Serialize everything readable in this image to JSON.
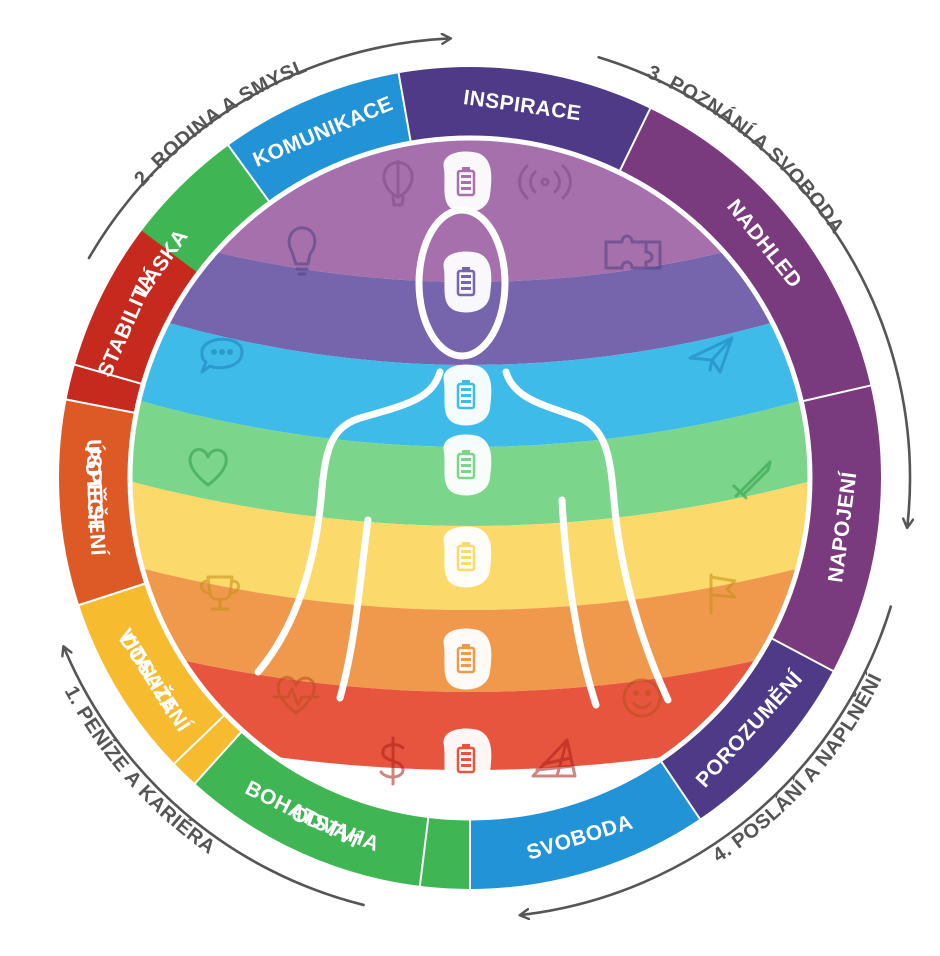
{
  "phases": [
    {
      "label": "1. PENÍZE A KARIÉRA"
    },
    {
      "label": "2. RODINA A SMYSL"
    },
    {
      "label": "3. POZNÁNÍ A SVOBODA"
    },
    {
      "label": "4. POSLÁNÍ A NAPLNĚNÍ"
    }
  ],
  "segments": [
    {
      "label": "BOHATSTVÍ",
      "color": "#c62a1f"
    },
    {
      "label": "VITALITA",
      "color": "#dd5a26"
    },
    {
      "label": "ÚSPĚCH",
      "color": "#f6bb2f"
    },
    {
      "label": "LÁSKA",
      "color": "#3fb653"
    },
    {
      "label": "KOMUNIKACE",
      "color": "#2293d6"
    },
    {
      "label": "INSPIRACE",
      "color": "#4e3a87"
    },
    {
      "label": "NADHLED",
      "color": "#7a3a7e"
    },
    {
      "label": "NAPOJENÍ",
      "color": "#7a3a7e"
    },
    {
      "label": "POROZUMĚNÍ",
      "color": "#4e3a87"
    },
    {
      "label": "SVOBODA",
      "color": "#2293d6"
    },
    {
      "label": "ODVAHA",
      "color": "#3fb653"
    },
    {
      "label": "DOSAŽENÍ",
      "color": "#f6bb2f"
    },
    {
      "label": "POTĚŠENÍ",
      "color": "#dd5a26"
    },
    {
      "label": "STABILITA",
      "color": "#c62a1f"
    }
  ],
  "bands": [
    {
      "level": "violet",
      "color": "#a670ad"
    },
    {
      "level": "indigo",
      "color": "#7664ad"
    },
    {
      "level": "blue",
      "color": "#3fbbe9"
    },
    {
      "level": "green",
      "color": "#7bd68c"
    },
    {
      "level": "yellow",
      "color": "#fbd96a"
    },
    {
      "level": "orange",
      "color": "#f0994d"
    },
    {
      "level": "red",
      "color": "#e8553f"
    }
  ],
  "icons": {
    "left": [
      "hot-air-balloon-icon",
      "lightbulb-icon",
      "chat-bubble-icon",
      "heart-icon",
      "trophy-icon",
      "heartbeat-icon",
      "dollar-icon"
    ],
    "right": [
      "signal-icon",
      "puzzle-icon",
      "paper-plane-icon",
      "sword-icon",
      "flag-icon",
      "smiley-icon",
      "pyramid-icon"
    ],
    "center": "battery-icon"
  }
}
